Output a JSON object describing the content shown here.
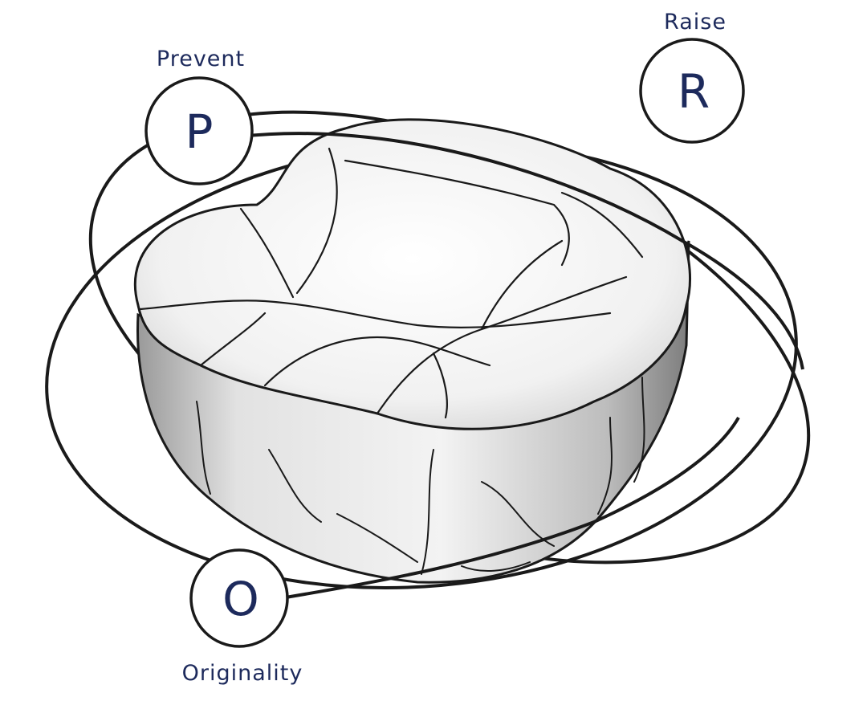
{
  "diagram": {
    "nodes": [
      {
        "id": "p",
        "letter": "P",
        "caption": "Prevent"
      },
      {
        "id": "r",
        "letter": "R",
        "caption": "Raise"
      },
      {
        "id": "o",
        "letter": "O",
        "caption": "Originality"
      }
    ]
  },
  "colors": {
    "ink": "#1d2a5c",
    "pencil": "#1a1a1a"
  }
}
